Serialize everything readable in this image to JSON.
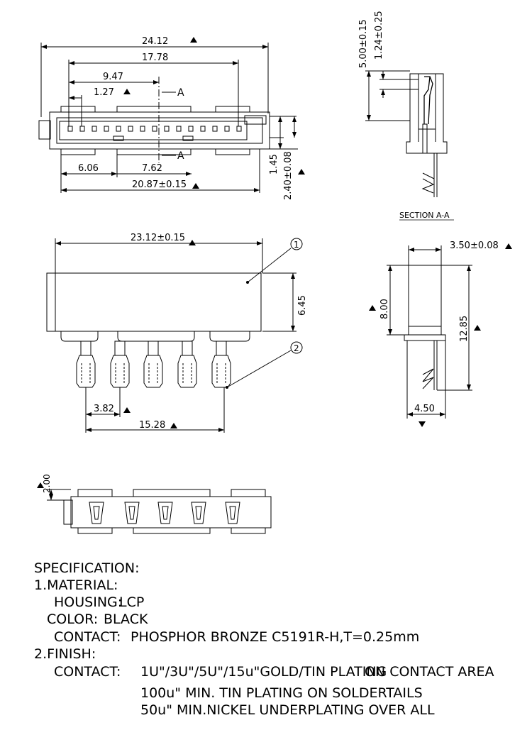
{
  "dims": {
    "overall_width": "24.12",
    "span_17": "17.78",
    "offset_9": "9.47",
    "pitch": "1.27",
    "left_606": "6.06",
    "mid_762": "7.62",
    "body_2087": "20.87±0.15",
    "d145": "1.45",
    "d240": "2.40±0.08",
    "sec_500": "5.00±0.15",
    "sec_124": "1.24±0.25",
    "front_2312": "23.12±0.15",
    "h645": "6.45",
    "p382": "3.82",
    "s1528": "15.28",
    "side_350": "3.50±0.08",
    "side_800": "8.00",
    "side_1285": "12.85",
    "side_450": "4.50",
    "bot_200": "2.00"
  },
  "labels": {
    "sectionA": "A",
    "sectionTitle": "SECTION A-A",
    "balloon1": "1",
    "balloon2": "2"
  },
  "spec": {
    "title": "SPECIFICATION:",
    "material": "1.MATERIAL:",
    "housing_label": "HOUSING:",
    "housing_value": "LCP",
    "color_label": "COLOR:",
    "color_value": "BLACK",
    "contact_label": "CONTACT:",
    "contact_material": "PHOSPHOR BRONZE C5191R-H,T=0.25mm",
    "finish": "2.FINISH:",
    "finish_contact_label": "CONTACT:",
    "finish_line1a": "1U\"/3U\"/5U\"/15u\"GOLD/TIN PLATING",
    "finish_line1b": "ON CONTACT AREA",
    "finish_line2": "100u\" MIN. TIN PLATING ON SOLDERTAILS",
    "finish_line3": "50u\" MIN.NICKEL UNDERPLATING OVER ALL"
  }
}
